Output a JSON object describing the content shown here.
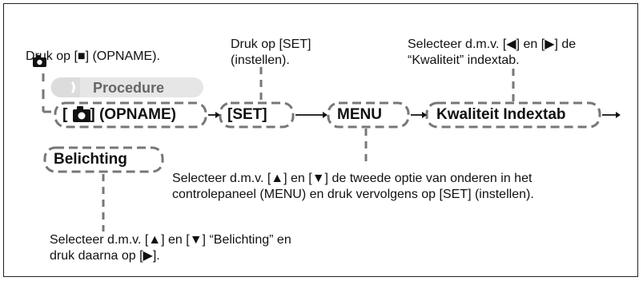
{
  "notes": {
    "step1": "Druk op [■] (OPNAME).",
    "step2_line1": "Druk op [SET]",
    "step2_line2": "(instellen).",
    "step3_line1": "Selecteer d.m.v. [◀] en [▶] de",
    "step3_line2": "“Kwaliteit” indextab.",
    "step4_line1": "Selecteer d.m.v. [▲] en [▼] de tweede optie van onderen in het",
    "step4_line2": "controlepaneel (MENU) en druk vervolgens op [SET] (instellen).",
    "step5_line1": "Selecteer d.m.v. [▲] en [▼] “Belichting” en",
    "step5_line2": "druk daarna op [▶]."
  },
  "procedure_label": "Procedure",
  "flow": {
    "opname": "(OPNAME)",
    "set": "[SET]",
    "menu": "MENU",
    "kwaliteit": "Kwaliteit Indextab",
    "belichting": "Belichting"
  },
  "icons": {
    "camera": "camera-icon",
    "arrow": "right-arrow-icon"
  }
}
